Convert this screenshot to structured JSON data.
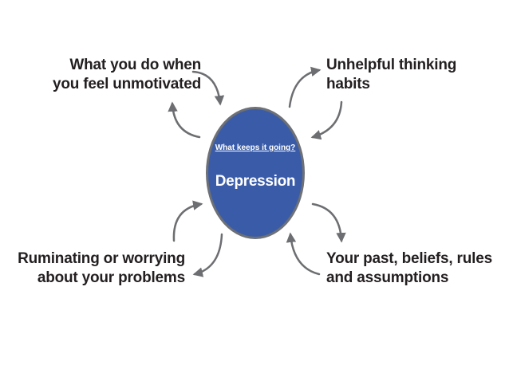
{
  "diagram": {
    "hub": {
      "question": "What keeps it going?",
      "title": "Depression"
    },
    "factors": {
      "top_left": [
        "What you do when",
        "you feel unmotivated"
      ],
      "top_right": [
        "Unhelpful thinking",
        "habits"
      ],
      "bottom_left": [
        "Ruminating or worrying",
        "about your problems"
      ],
      "bottom_right": [
        "Your past, beliefs, rules",
        "and assumptions"
      ]
    },
    "colors": {
      "hub_fill": "#3a5ca8",
      "hub_border": "#6d7075",
      "arrow": "#6d6e71",
      "text": "#231f20"
    }
  }
}
